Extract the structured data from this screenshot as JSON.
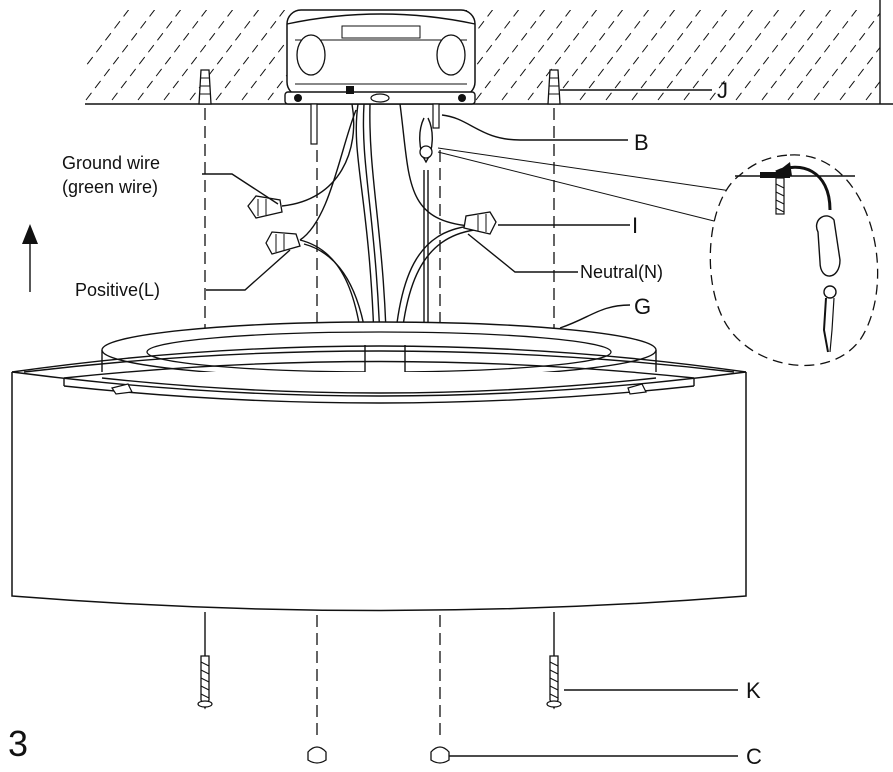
{
  "step_number": "3",
  "labels": {
    "ground_wire_line1": "Ground wire",
    "ground_wire_line2": "(green wire)",
    "positive": "Positive(L)",
    "neutral": "Neutral(N)",
    "part_j": "J",
    "part_b": "B",
    "part_i": "I",
    "part_g": "G",
    "part_k": "K",
    "part_c": "C"
  },
  "icons": {
    "up_arrow": "arrow-up-icon",
    "hook_detail": "hook-detail-icon",
    "junction_box": "junction-box-icon"
  },
  "colors": {
    "ink": "#111111",
    "background": "#ffffff"
  }
}
